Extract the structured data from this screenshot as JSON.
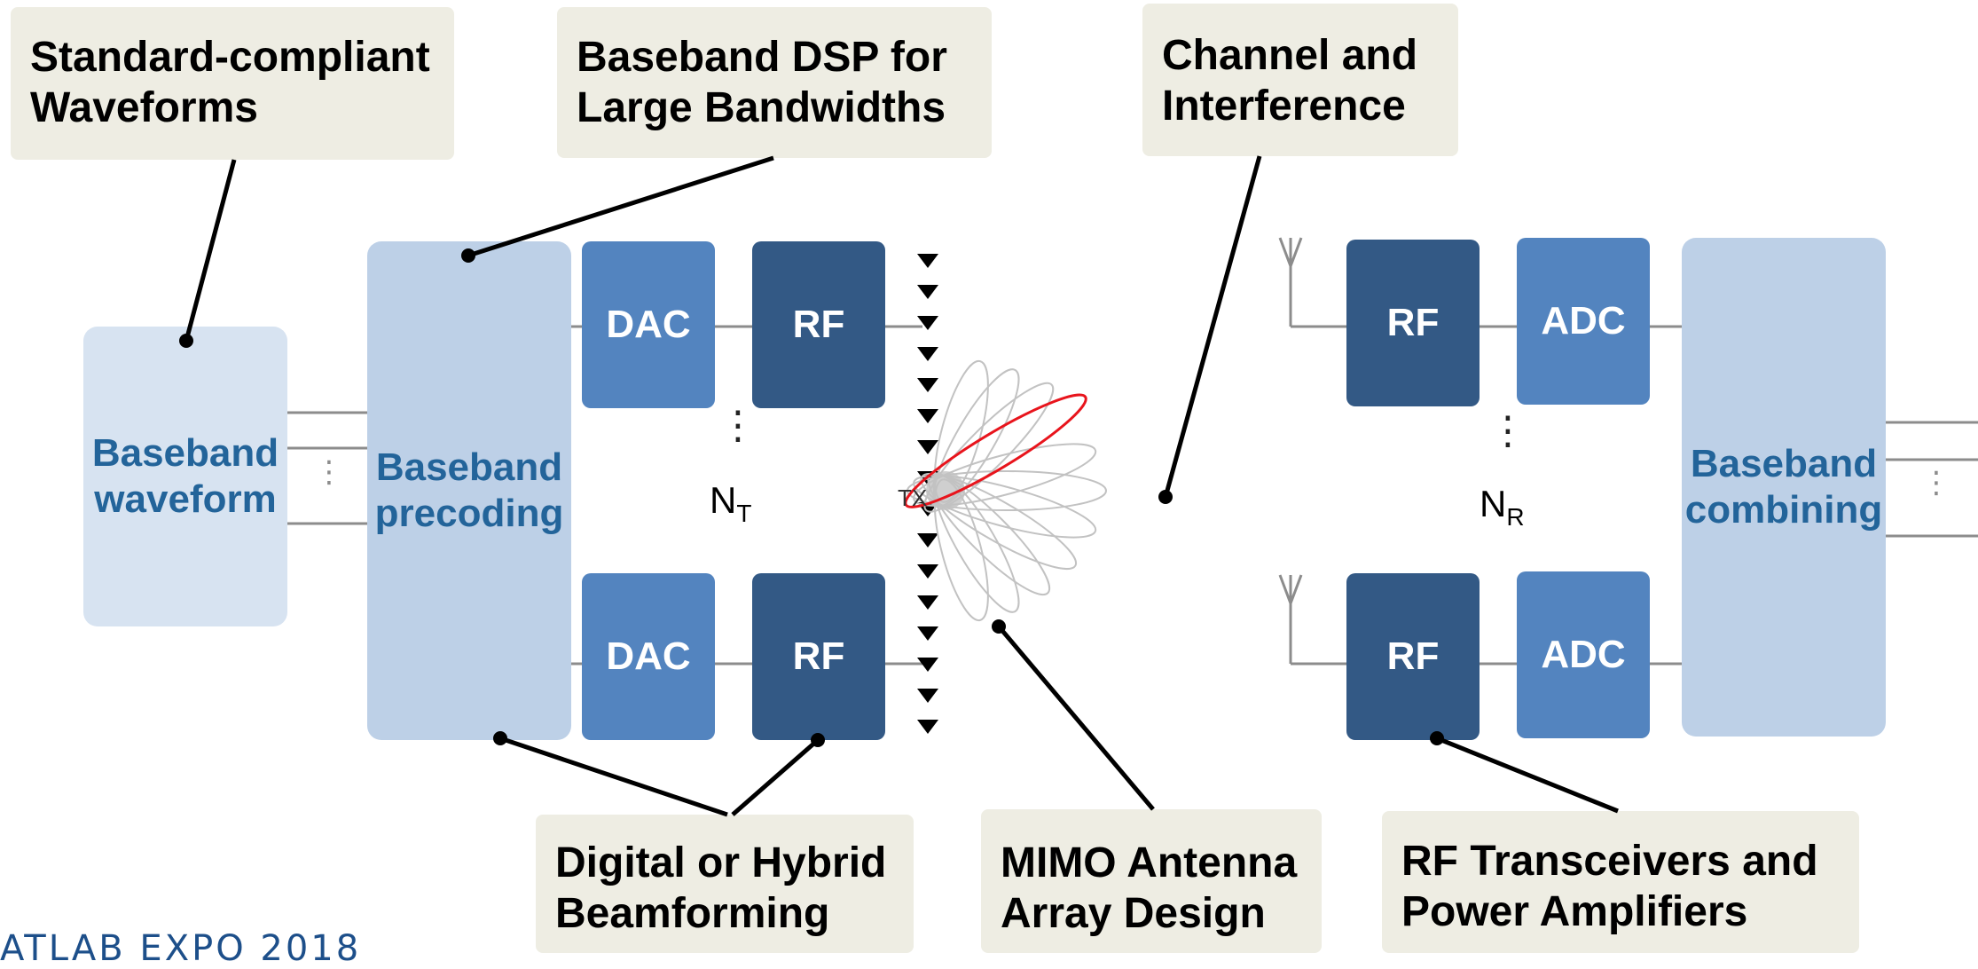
{
  "callouts": {
    "waveforms": [
      "Standard-compliant",
      "Waveforms"
    ],
    "dsp": [
      "Baseband DSP for",
      "Large Bandwidths"
    ],
    "channel": [
      "Channel and",
      "Interference"
    ],
    "beamforming": [
      "Digital or Hybrid",
      "Beamforming"
    ],
    "mimo": [
      "MIMO Antenna",
      "Array Design"
    ],
    "rf_transceivers": [
      "RF Transceivers and",
      "Power Amplifiers"
    ]
  },
  "blocks": {
    "waveform": [
      "Baseband",
      "waveform"
    ],
    "precoding": [
      "Baseband",
      "precoding"
    ],
    "combining": [
      "Baseband",
      "combining"
    ],
    "dac": "DAC",
    "adc": "ADC",
    "rf": "RF"
  },
  "labels": {
    "nt_main": "N",
    "nt_sub": "T",
    "nr_main": "N",
    "nr_sub": "R",
    "tx": "TX",
    "ellipsis": "⋮"
  },
  "footer": "ATLAB EXPO 2018",
  "colors": {
    "callout_bg": "#eeede3",
    "light_block": "#bdd0e7",
    "waveform_block": "#d7e3f1",
    "mid_blue": "#5384bf",
    "dark_blue": "#335985",
    "text_blue": "#23649a",
    "beam_highlight": "#e8141c"
  }
}
